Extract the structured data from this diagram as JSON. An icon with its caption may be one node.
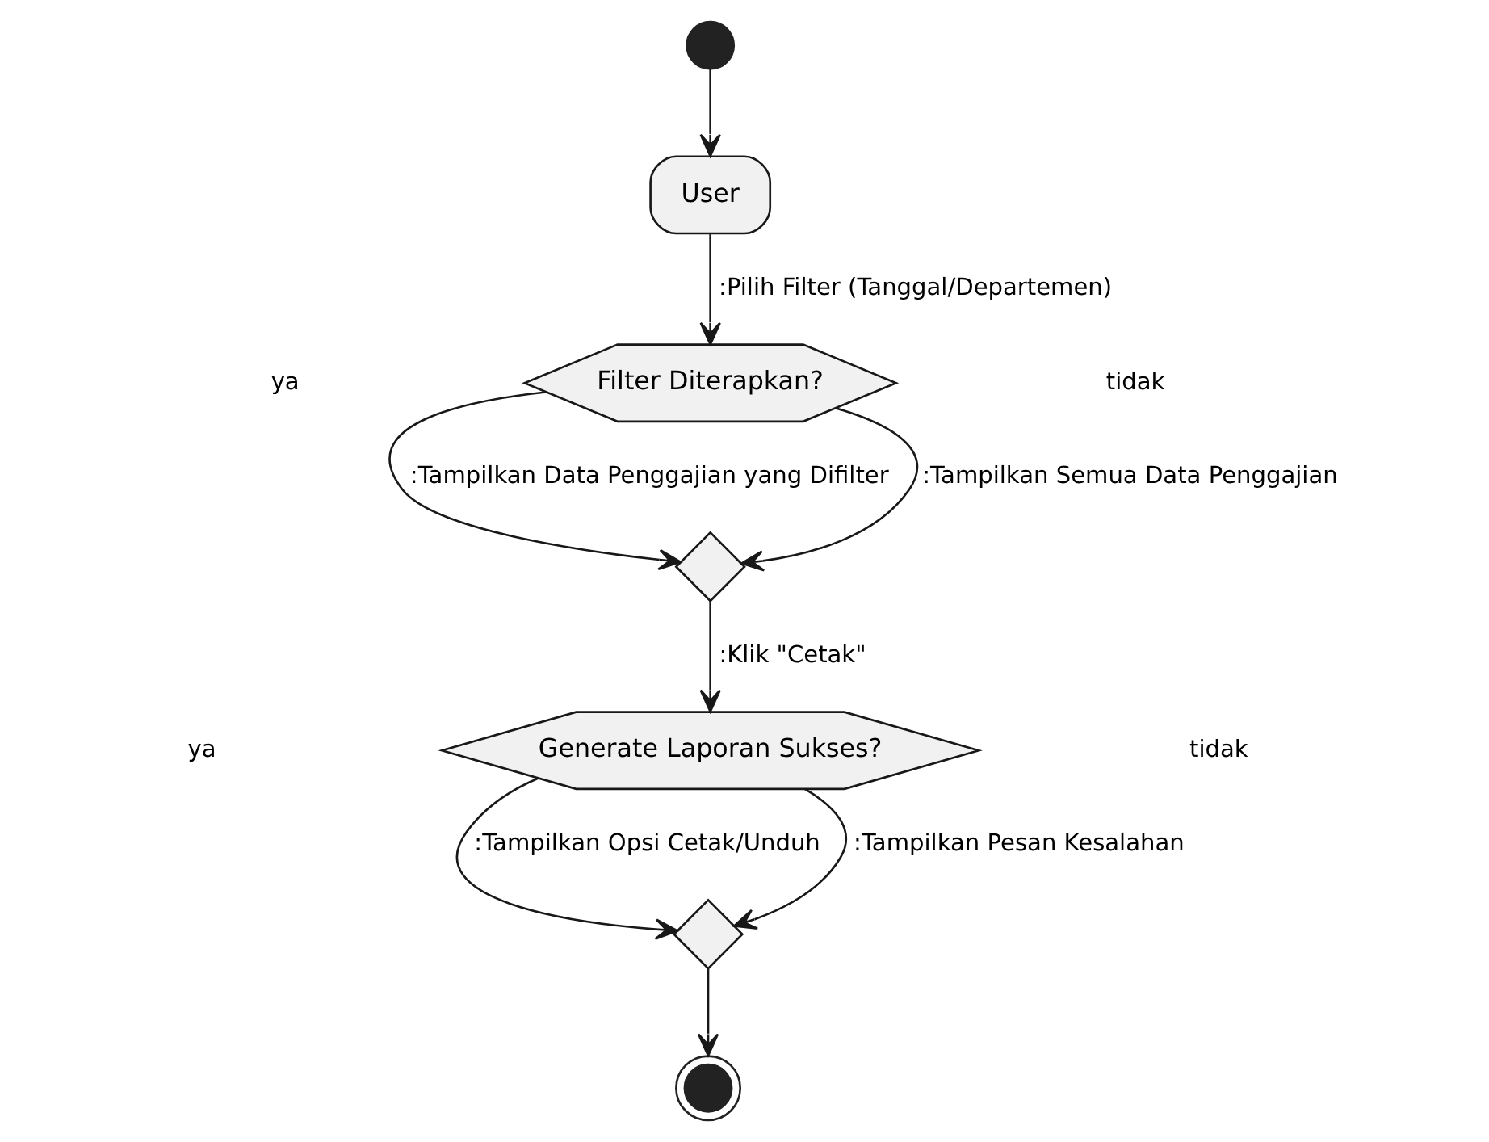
{
  "diagram": {
    "nodes": [
      {
        "text": [],
        "shape": "circle"
      },
      {
        "text": [
          "User"
        ]
      },
      {
        "text": [
          "Filter Diterapkan?"
        ]
      },
      {
        "text": [],
        "shape": "diamond"
      },
      {
        "text": [
          "Generate Laporan Sukses?"
        ]
      },
      {
        "text": [],
        "shape": "diamond"
      },
      {
        "text": [],
        "shape": "circle"
      }
    ],
    "edges": [
      {
        "from": 0,
        "to": 1,
        "arrow": "to"
      },
      {
        "from": 1,
        "to": 2,
        "arrow": "to",
        "label": ":Pilih Filter (Tanggal/Departemen)"
      },
      {
        "from": 2,
        "to": 3,
        "arrow": "to",
        "label": ":Tampilkan Data Penggajian yang Difilter"
      },
      {
        "from": 2,
        "to": 3,
        "arrow": "to",
        "label": ":Tampilkan Semua Data Penggajian"
      },
      {
        "from": 3,
        "to": 4,
        "arrow": "to",
        "label": ":Klik \"Cetak\""
      },
      {
        "from": 4,
        "to": 5,
        "arrow": "to",
        "label": ":Tampilkan Opsi Cetak/Unduh"
      },
      {
        "from": 4,
        "to": 5,
        "arrow": "to",
        "label": ":Tampilkan Pesan Kesalahan"
      },
      {
        "from": 5,
        "to": 6,
        "arrow": "to"
      }
    ],
    "labels": [
      "ya",
      "tidak",
      "ya",
      "tidak"
    ]
  }
}
